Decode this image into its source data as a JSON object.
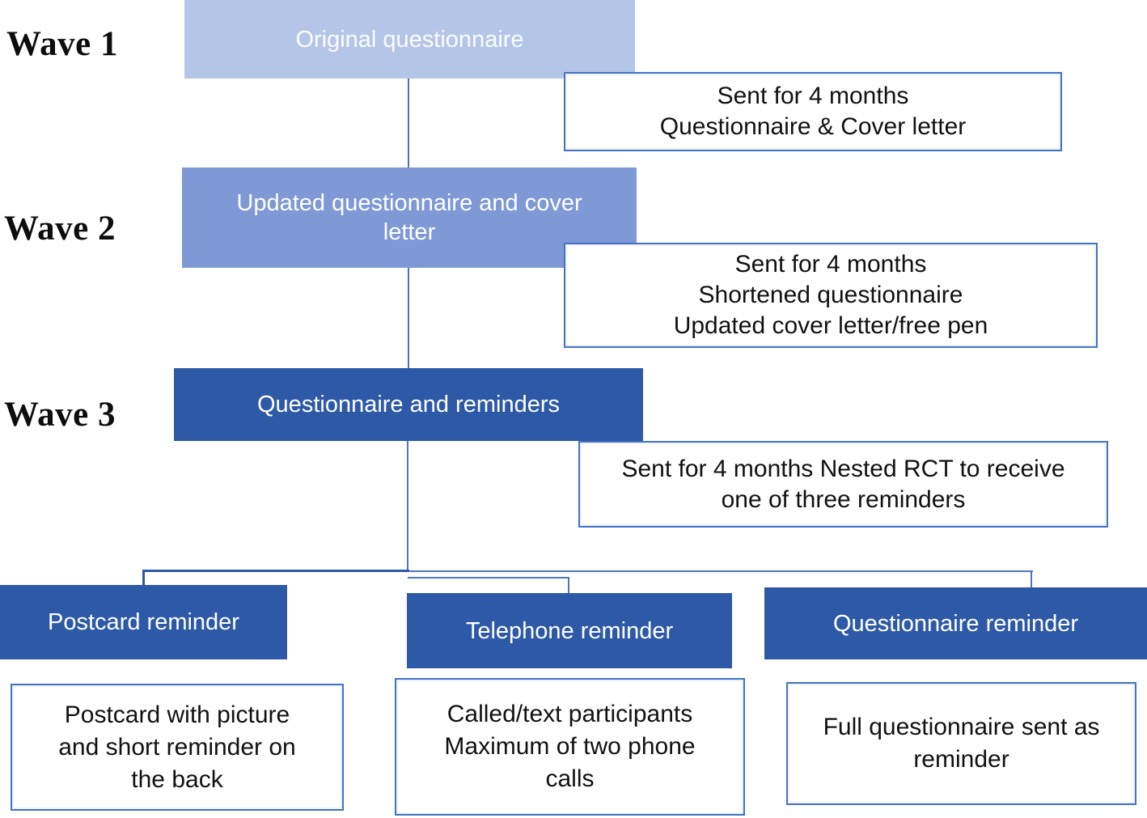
{
  "figure": {
    "type": "study-design-flowchart",
    "colors": {
      "wave1_box_fill": "#b4c6e7",
      "wave2_box_fill": "#7e99d6",
      "dark_box_fill": "#2e59a7",
      "info_box_border": "#4472c4",
      "connector_line": "#4f74c4",
      "box_text": "#ffffff",
      "info_text": "#111111",
      "label_text": "#0d0d0d"
    }
  },
  "waves": [
    {
      "label": "Wave 1",
      "box_label": "Original questionnaire",
      "info_text": "Sent for 4 months\nQuestionnaire & Cover letter"
    },
    {
      "label": "Wave 2",
      "box_label": "Updated questionnaire and cover\nletter",
      "info_text": "Sent for 4 months\nShortened questionnaire\nUpdated cover letter/free pen"
    },
    {
      "label": "Wave 3",
      "box_label": "Questionnaire and reminders",
      "info_text": "Sent for 4 months Nested RCT to receive\none of three reminders"
    }
  ],
  "branches": [
    {
      "title": "Postcard reminder",
      "desc": "Postcard with picture\nand short reminder on\nthe back"
    },
    {
      "title": "Telephone reminder",
      "desc": "Called/text participants\nMaximum of two phone\ncalls"
    },
    {
      "title": "Questionnaire reminder",
      "desc": "Full questionnaire sent as\nreminder"
    }
  ]
}
